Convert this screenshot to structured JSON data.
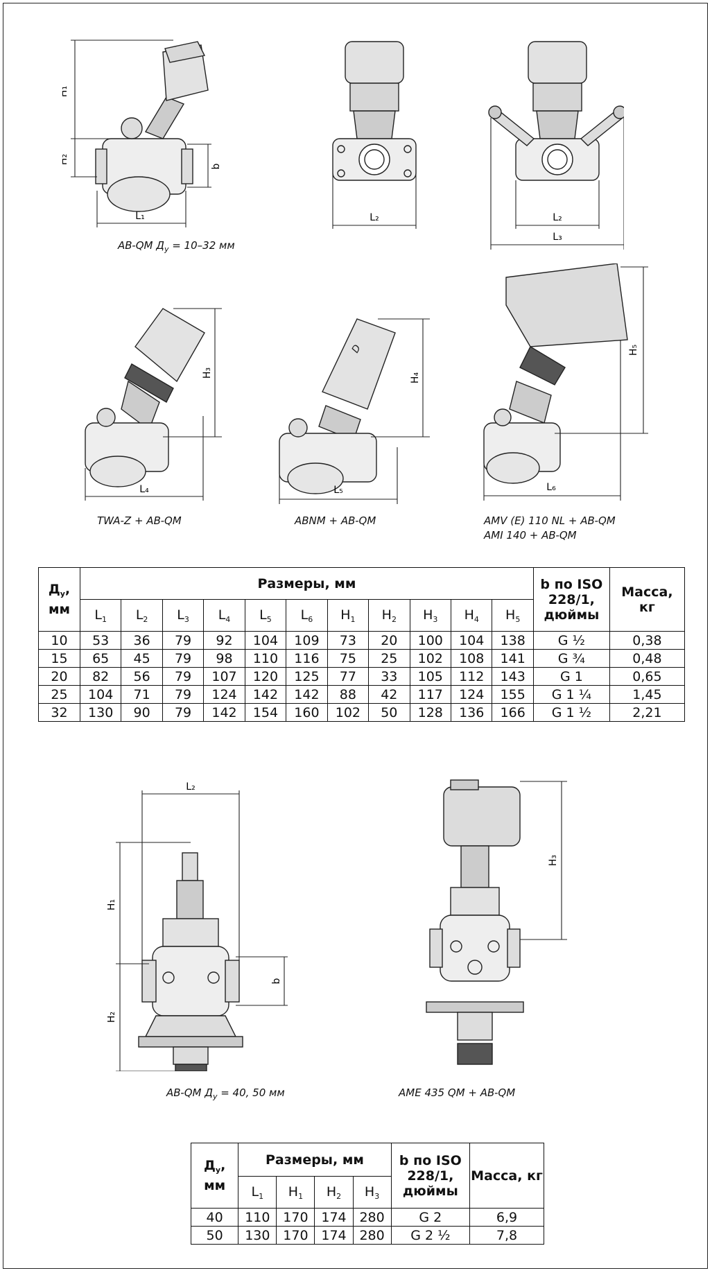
{
  "figures_top": [
    {
      "caption": "AB-QM Д",
      "sub": "у",
      "caption_rest": " = 10–32 мм"
    },
    {
      "caption": "TWA-Z + AB-QM"
    },
    {
      "caption": "ABNM + AB-QM"
    },
    {
      "caption": "AMV (E) 110 NL + AB-QM"
    },
    {
      "caption": "AMI 140 + AB-QM"
    }
  ],
  "figures_bottom": [
    {
      "caption": "AB-QM Д",
      "sub": "у",
      "caption_rest": " = 40, 50 мм"
    },
    {
      "caption": "AME  435 QM  +  AB-QM"
    }
  ],
  "dim_labels": {
    "H": "H",
    "L": "L",
    "b": "b",
    "s1": "1",
    "s2": "2",
    "s3": "3",
    "s4": "4",
    "s5": "5",
    "s6": "6"
  },
  "table1": {
    "col_dn": "Д",
    "col_dn_sub": "у",
    "col_dn_unit": "мм",
    "group": "Размеры, мм",
    "col_b": "b по ISO 228/1, дюймы",
    "col_mass": "Масса, кг",
    "dim_cols": [
      {
        "l": "L",
        "s": "1"
      },
      {
        "l": "L",
        "s": "2"
      },
      {
        "l": "L",
        "s": "3"
      },
      {
        "l": "L",
        "s": "4"
      },
      {
        "l": "L",
        "s": "5"
      },
      {
        "l": "L",
        "s": "6"
      },
      {
        "l": "H",
        "s": "1"
      },
      {
        "l": "H",
        "s": "2"
      },
      {
        "l": "H",
        "s": "3"
      },
      {
        "l": "H",
        "s": "4"
      },
      {
        "l": "H",
        "s": "5"
      }
    ],
    "rows": [
      [
        "10",
        "53",
        "36",
        "79",
        "92",
        "104",
        "109",
        "73",
        "20",
        "100",
        "104",
        "138",
        "G ½",
        "0,38"
      ],
      [
        "15",
        "65",
        "45",
        "79",
        "98",
        "110",
        "116",
        "75",
        "25",
        "102",
        "108",
        "141",
        "G ¾",
        "0,48"
      ],
      [
        "20",
        "82",
        "56",
        "79",
        "107",
        "120",
        "125",
        "77",
        "33",
        "105",
        "112",
        "143",
        "G 1",
        "0,65"
      ],
      [
        "25",
        "104",
        "71",
        "79",
        "124",
        "142",
        "142",
        "88",
        "42",
        "117",
        "124",
        "155",
        "G 1 ¼",
        "1,45"
      ],
      [
        "32",
        "130",
        "90",
        "79",
        "142",
        "154",
        "160",
        "102",
        "50",
        "128",
        "136",
        "166",
        "G 1 ½",
        "2,21"
      ]
    ]
  },
  "table2": {
    "col_dn": "Д",
    "col_dn_sub": "у",
    "col_dn_unit": "мм",
    "group": "Размеры, мм",
    "col_b": "b по ISO 228/1, дюймы",
    "col_mass": "Масса, кг",
    "dim_cols": [
      {
        "l": "L",
        "s": "1"
      },
      {
        "l": "H",
        "s": "1"
      },
      {
        "l": "H",
        "s": "2"
      },
      {
        "l": "H",
        "s": "3"
      }
    ],
    "rows": [
      [
        "40",
        "110",
        "170",
        "174",
        "280",
        "G 2",
        "6,9"
      ],
      [
        "50",
        "130",
        "170",
        "174",
        "280",
        "G 2 ½",
        "7,8"
      ]
    ]
  }
}
